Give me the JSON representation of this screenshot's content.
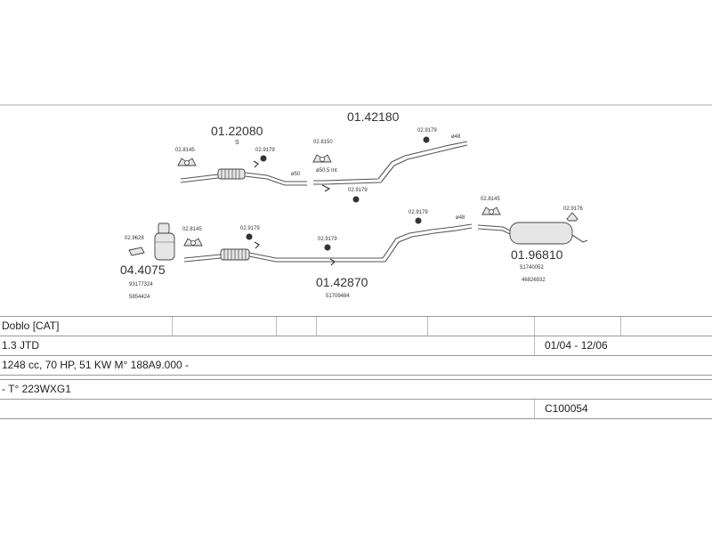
{
  "diagram": {
    "parts": {
      "p1_code": "01.22080",
      "p1_sub": "S",
      "p2_code": "01.42180",
      "p3_code": "04.4075",
      "p3_ref1": "93177324",
      "p3_ref2": "5854424",
      "p4_code": "01.42870",
      "p4_ref": "51709484",
      "p5_code": "01.96810",
      "p5_ref1": "51740052",
      "p5_ref2": "46826932"
    },
    "fittings": {
      "f1": "02.8145",
      "f2": "02.9179",
      "f3": "02.8150",
      "f4": "02.9179",
      "f5": "02.9179",
      "f6": "02.9628",
      "f7": "02.8145",
      "f8": "02.9179",
      "f9": "02.9179",
      "f10": "02.9179",
      "f11": "02.8145",
      "f12": "02.9176"
    },
    "dims": {
      "d1": "ø50",
      "d2": "ø50,5 Int",
      "d3": "ø48",
      "d4": "ø48"
    }
  },
  "table": {
    "model": "Doblo  [CAT]",
    "engine": "1.3 JTD",
    "dates": "01/04 - 12/06",
    "spec": "1248 cc, 70 HP, 51 KW  M° 188A9.000 -",
    "type": "- T° 223WXG1",
    "code": "C100054"
  }
}
